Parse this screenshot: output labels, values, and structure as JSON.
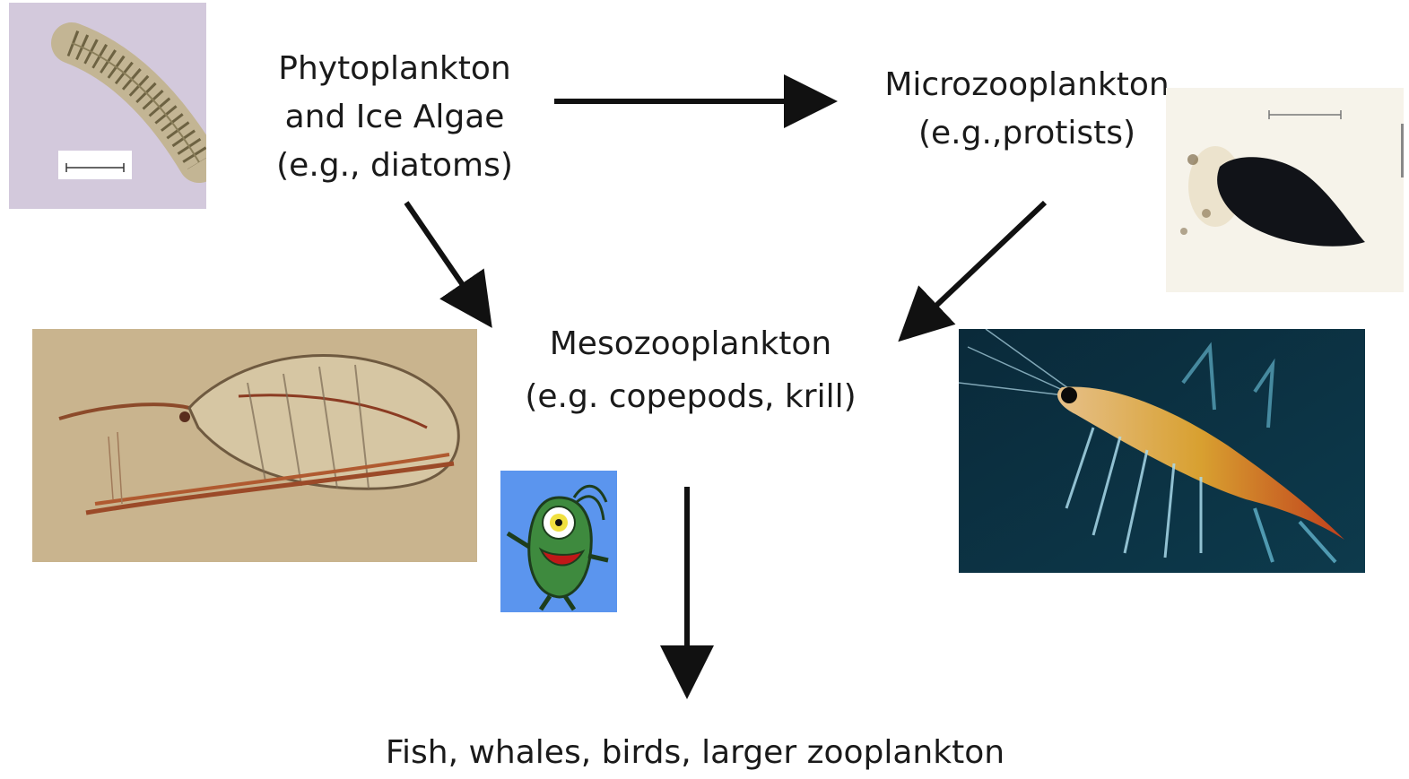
{
  "nodes": {
    "phytoplankton": {
      "lines": [
        "Phytoplankton",
        "and Ice Algae",
        "(e.g., diatoms)"
      ]
    },
    "microzooplankton": {
      "lines": [
        "Microzooplankton",
        "(e.g.,protists)"
      ]
    },
    "mesozooplankton": {
      "lines": [
        "Mesozooplankton",
        "(e.g. copepods, krill)"
      ]
    },
    "consumers": {
      "text": "Fish, whales, birds, larger zooplankton"
    }
  },
  "edges": [
    {
      "from": "phytoplankton",
      "to": "microzooplankton"
    },
    {
      "from": "phytoplankton",
      "to": "mesozooplankton"
    },
    {
      "from": "microzooplankton",
      "to": "mesozooplankton"
    },
    {
      "from": "mesozooplankton",
      "to": "consumers"
    }
  ],
  "images": {
    "diatom_chain": {
      "depicts": "diatom chain micrograph",
      "background": "#d3c9dc"
    },
    "protist": {
      "depicts": "protist micrograph",
      "background": "#f6f3ea"
    },
    "copepod": {
      "depicts": "copepod photograph",
      "background": "#c9b48e"
    },
    "cartoon_plankton": {
      "depicts": "cartoon plankton character",
      "background": "#5b95ee"
    },
    "krill": {
      "depicts": "krill photograph",
      "background": "#0d3346"
    }
  }
}
